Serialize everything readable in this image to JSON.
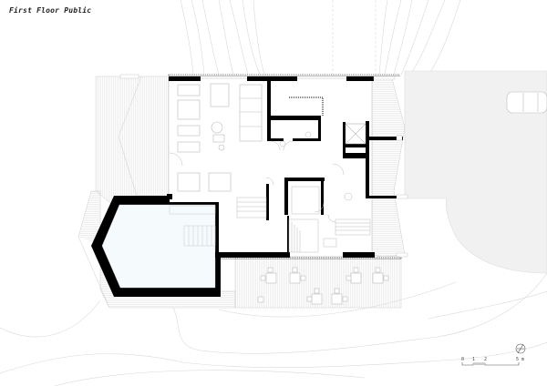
{
  "drawing": {
    "title": "First Floor Public",
    "type": "architectural floor plan",
    "colors": {
      "wall": "#000000",
      "line": "#bdbdbd",
      "contour": "#d6d6d6",
      "pool_water": "#f5fafd",
      "paving": "#f0f0f0",
      "background": "#ffffff"
    }
  },
  "scale_bar": {
    "ticks": [
      "0",
      "1",
      "2",
      "5 m"
    ]
  },
  "north_arrow": {
    "label": "north-arrow"
  },
  "elements": {
    "pool": "indoor pool",
    "terrace": "outdoor terrace with tables",
    "driveway": "paved forecourt with car",
    "stairs": "central staircase",
    "lift": "elevator shaft"
  }
}
